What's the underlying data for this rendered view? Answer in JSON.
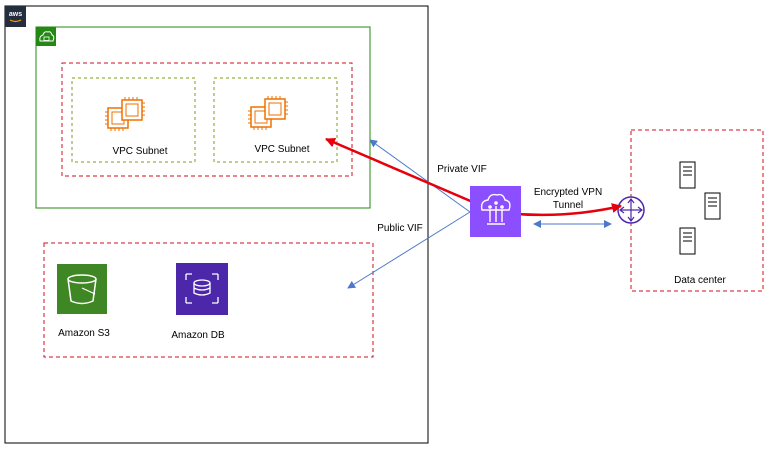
{
  "labels": {
    "vpc_subnet_1": "VPC Subnet",
    "vpc_subnet_2": "VPC Subnet",
    "private_vif": "Private VIF",
    "public_vif": "Public VIF",
    "encrypted_vpn_line1": "Encrypted VPN",
    "encrypted_vpn_line2": "Tunnel",
    "data_center": "Data center",
    "amazon_s3": "Amazon S3",
    "amazon_db": "Amazon DB",
    "aws_logo_text": "aws"
  },
  "icons": {
    "aws_logo": "aws-logo-icon",
    "vpc": "vpc-cloud-lock-icon",
    "ec2_1": "ec2-instances-icon",
    "ec2_2": "ec2-instances-icon",
    "direct_connect": "direct-connect-icon",
    "router": "router-icon",
    "servers": "server-icon",
    "s3": "s3-bucket-icon",
    "db": "database-icon"
  },
  "colors": {
    "aws_border": "#000000",
    "vpc_border": "#248814",
    "subnet_border": "#7AA116",
    "dashed_red": "#C7131F",
    "ec2_orange": "#ED7100",
    "direct_connect_purple": "#8C4FFF",
    "s3_green": "#3F8624",
    "db_blue": "#4D27AA",
    "arrow_blue": "#4E79C9",
    "red_path": "#E7000B"
  }
}
